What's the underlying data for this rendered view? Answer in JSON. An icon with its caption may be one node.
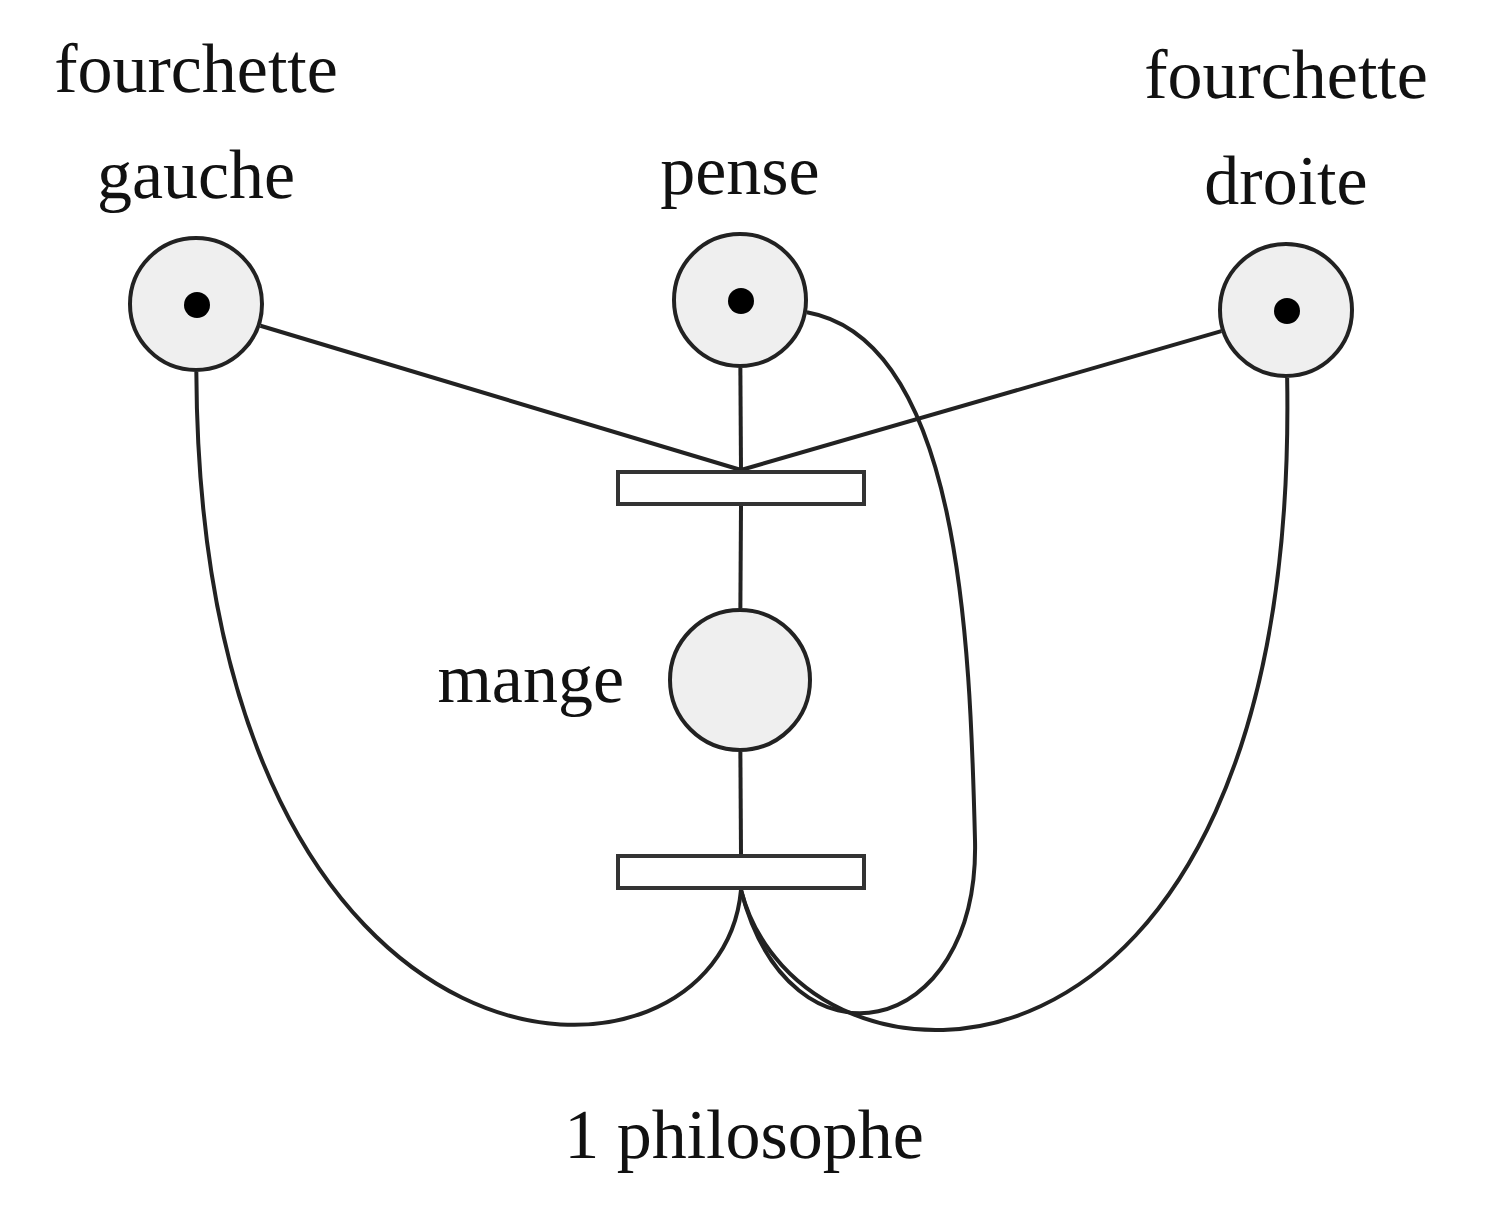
{
  "diagram": {
    "caption": "1 philosophe",
    "nodes": [
      {
        "text": [
          "fourchette gauche"
        ]
      },
      {
        "text": [
          "pense"
        ]
      },
      {
        "text": [
          "fourchette droite"
        ]
      },
      {
        "text": [],
        "shape": "bar"
      },
      {
        "text": [
          "mange"
        ]
      },
      {
        "text": [],
        "shape": "bar"
      }
    ],
    "edges": [
      {
        "from": 0,
        "to": 3,
        "arrow": "none"
      },
      {
        "from": 1,
        "to": 3,
        "arrow": "none"
      },
      {
        "from": 2,
        "to": 3,
        "arrow": "none"
      },
      {
        "from": 3,
        "to": 4,
        "arrow": "none"
      },
      {
        "from": 4,
        "to": 5,
        "arrow": "none"
      },
      {
        "from": 5,
        "to": 0,
        "arrow": "none"
      },
      {
        "from": 5,
        "to": 1,
        "arrow": "none"
      },
      {
        "from": 5,
        "to": 2,
        "arrow": "none"
      }
    ]
  }
}
